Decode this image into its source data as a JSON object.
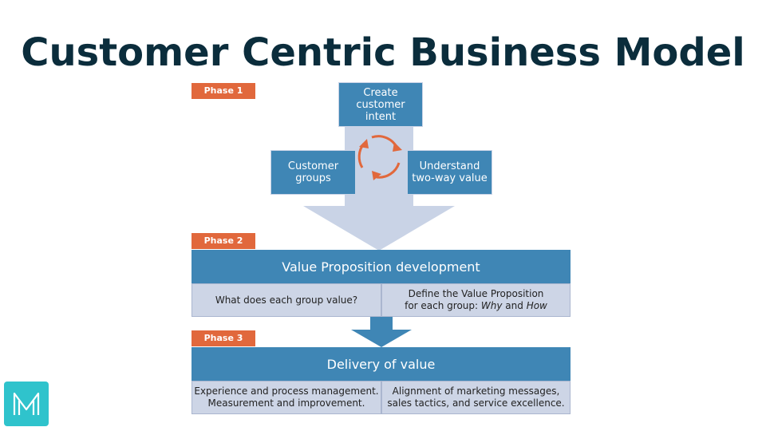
{
  "title": "Customer Centric Business Model",
  "phase1": {
    "tag": "Phase 1",
    "create_intent": "Create\ncustomer\nintent",
    "customer_groups": "Customer\ngroups",
    "understand_value": "Understand\ntwo-way value"
  },
  "phase2": {
    "tag": "Phase 2",
    "header": "Value Proposition development",
    "left_cell": "What does each group value?",
    "right_cell_line1": "Define the Value Proposition",
    "right_cell_line2_prefix": "for each group: ",
    "right_cell_why": "Why",
    "right_cell_and": " and ",
    "right_cell_how": "How"
  },
  "phase3": {
    "tag": "Phase 3",
    "header": "Delivery of value",
    "left_cell": "Experience and process management.\nMeasurement and improvement.",
    "right_cell": "Alignment of marketing messages,\nsales tactics, and service excellence."
  },
  "colors": {
    "accent_orange": "#e1683c",
    "box_blue": "#3f86b5",
    "light_cell": "#cdd5e6",
    "arrow_light": "#c9d3e6",
    "title_dark": "#0b2d3c",
    "logo_teal": "#2fc3cc"
  },
  "icons": {
    "cycle": "circular-arrows-icon",
    "logo": "m-logo-icon"
  }
}
